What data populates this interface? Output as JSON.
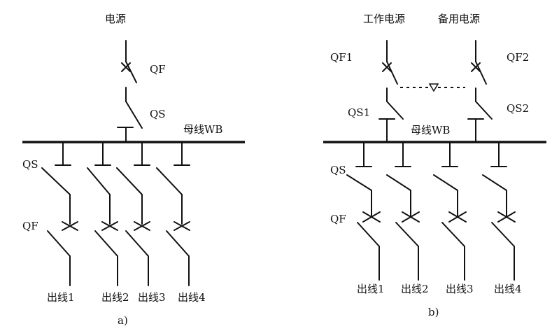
{
  "left": {
    "source": "电源",
    "qf": "QF",
    "qs": "QS",
    "busbar": "母线WB",
    "feeder_qs": "QS",
    "feeder_qf": "QF",
    "outlets": [
      "出线1",
      "出线2",
      "出线3",
      "出线4"
    ],
    "caption": "a)"
  },
  "right": {
    "source_work": "工作电源",
    "source_backup": "备用电源",
    "qf1": "QF1",
    "qf2": "QF2",
    "qs1": "QS1",
    "qs2": "QS2",
    "busbar": "母线WB",
    "feeder_qs": "QS",
    "feeder_qf": "QF",
    "outlets": [
      "出线1",
      "出线2",
      "出线3",
      "出线4"
    ],
    "caption": "b)"
  }
}
